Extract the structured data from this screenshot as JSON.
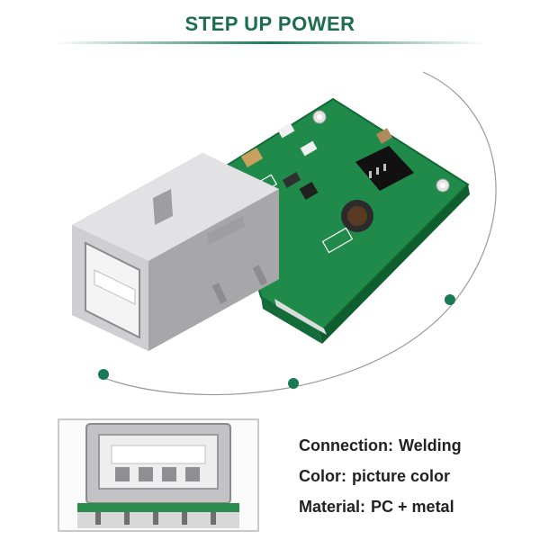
{
  "header": {
    "title": "STEP UP POWER"
  },
  "colors": {
    "accent": "#1a7a55",
    "title_text": "#1b6d4c",
    "pcb_green": "#1f8a4a",
    "metal": "#c9c9cb",
    "arc_line": "#9a9a9a"
  },
  "icons": {
    "usb_port": "usb-a-female-port",
    "pcb_board": "boost-converter-board"
  },
  "specs": [
    {
      "label": "Connection:",
      "value": "Welding"
    },
    {
      "label": "Color:",
      "value": "picture color"
    },
    {
      "label": "Material:",
      "value": "PC + metal"
    }
  ]
}
